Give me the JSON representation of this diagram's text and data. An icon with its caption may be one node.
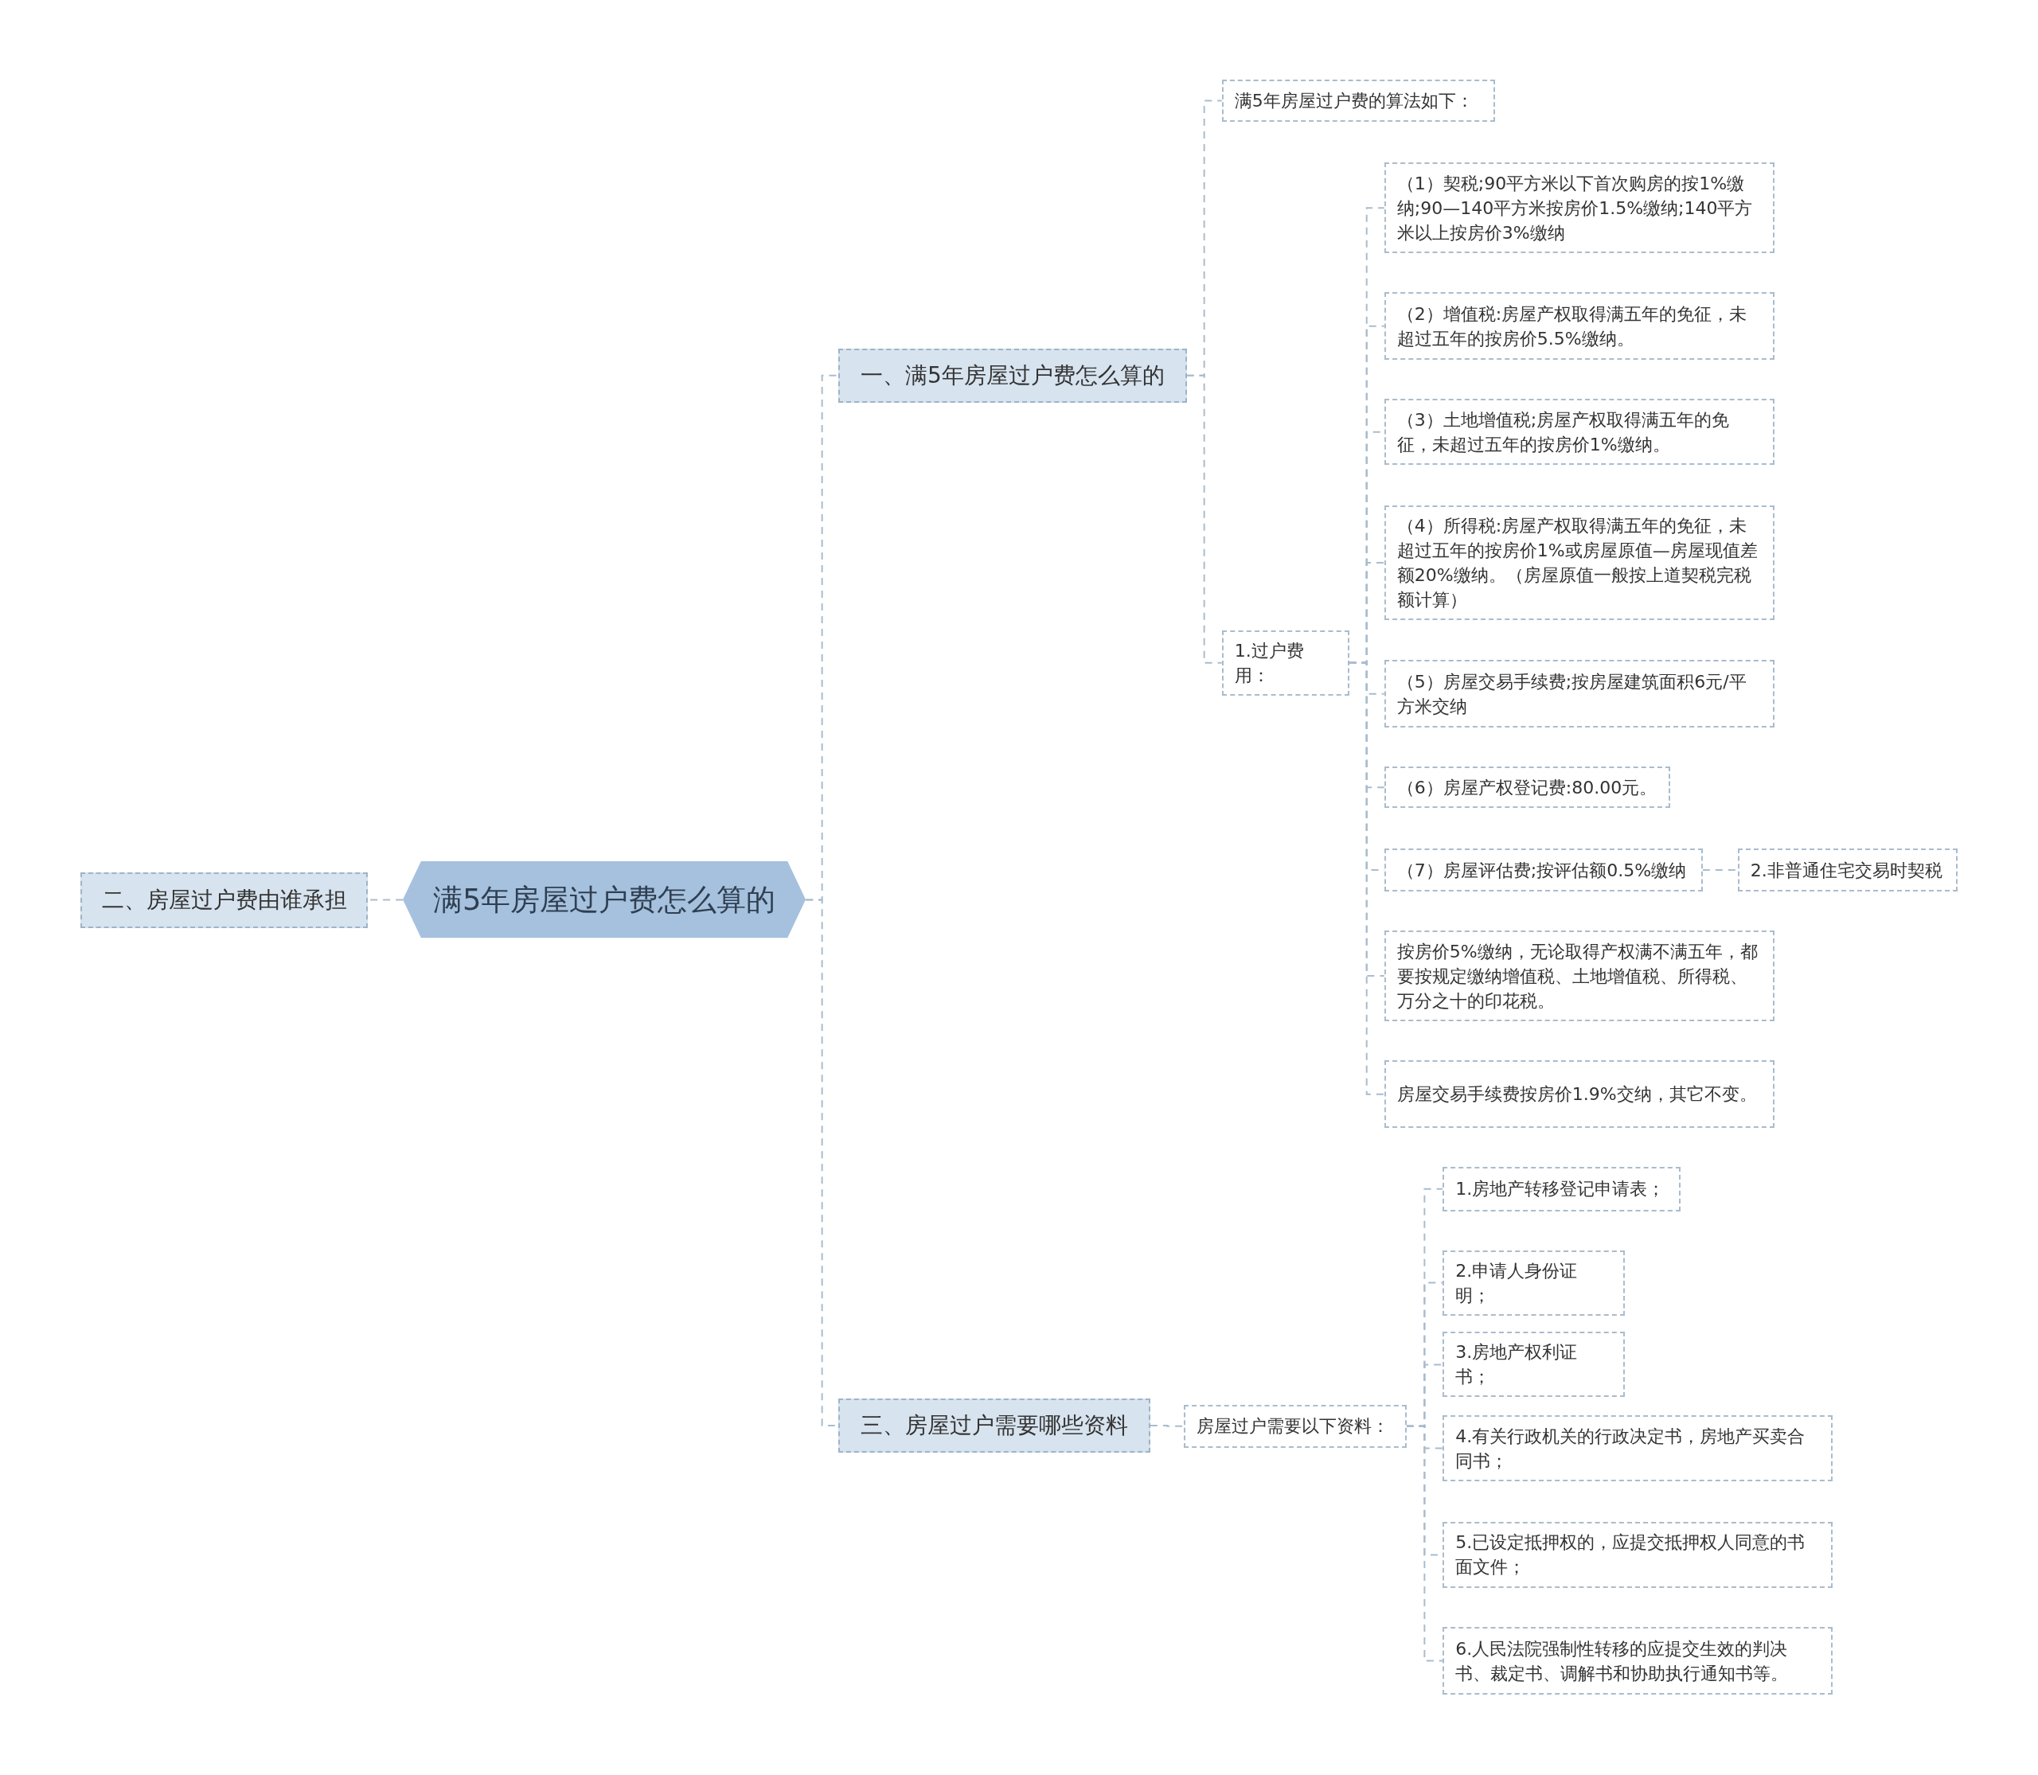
{
  "diagram": {
    "nodes": [
      {
        "text": [
          "满5年房屋过户费怎么算的"
        ]
      },
      {
        "text": [
          "一、满5年房屋过户费怎么算的"
        ]
      },
      {
        "text": [
          "满5年房屋过户费的算法如下："
        ]
      },
      {
        "text": [
          "1.过户费用："
        ]
      },
      {
        "text": [
          "（1）契税;90平方米以下首次购房的按1%缴纳;90—140平方米按房价1.5%缴纳;140平方米以上按房价3%缴纳"
        ]
      },
      {
        "text": [
          "（2）增值税:房屋产权取得满五年的免征，未超过五年的按房价5.5%缴纳。"
        ]
      },
      {
        "text": [
          "（3）土地增值税;房屋产权取得满五年的免征，未超过五年的按房价1%缴纳。"
        ]
      },
      {
        "text": [
          "（4）所得税:房屋产权取得满五年的免征，未超过五年的按房价1%或房屋原值—房屋现值差额20%缴纳。（房屋原值一般按上道契税完税额计算）"
        ]
      },
      {
        "text": [
          "（5）房屋交易手续费;按房屋建筑面积6元/平方米交纳"
        ]
      },
      {
        "text": [
          "（6）房屋产权登记费:80.00元。"
        ]
      },
      {
        "text": [
          "（7）房屋评估费;按评估额0.5%缴纳"
        ]
      },
      {
        "text": [
          "2.非普通住宅交易时契税"
        ]
      },
      {
        "text": [
          "按房价5%缴纳，无论取得产权满不满五年，都要按规定缴纳增值税、土地增值税、所得税、万分之十的印花税。"
        ]
      },
      {
        "text": [
          "房屋交易手续费按房价1.9%交纳，其它不变。"
        ]
      },
      {
        "text": [
          "二、房屋过户费由谁承担"
        ]
      },
      {
        "text": [
          "三、房屋过户需要哪些资料"
        ]
      },
      {
        "text": [
          "房屋过户需要以下资料："
        ]
      },
      {
        "text": [
          "1.房地产转移登记申请表；"
        ]
      },
      {
        "text": [
          "2.申请人身份证明；"
        ]
      },
      {
        "text": [
          "3.房地产权利证书；"
        ]
      },
      {
        "text": [
          "4.有关行政机关的行政决定书，房地产买卖合同书；"
        ]
      },
      {
        "text": [
          "5.已设定抵押权的，应提交抵押权人同意的书面文件；"
        ]
      },
      {
        "text": [
          "6.人民法院强制性转移的应提交生效的判决书、裁定书、调解书和协助执行通知书等。"
        ]
      }
    ],
    "edges": [
      {
        "from": 0,
        "to": 1,
        "arrow": "none"
      },
      {
        "from": 1,
        "to": 2,
        "arrow": "none"
      },
      {
        "from": 1,
        "to": 3,
        "arrow": "none"
      },
      {
        "from": 3,
        "to": 4,
        "arrow": "none"
      },
      {
        "from": 3,
        "to": 5,
        "arrow": "none"
      },
      {
        "from": 3,
        "to": 6,
        "arrow": "none"
      },
      {
        "from": 3,
        "to": 7,
        "arrow": "none"
      },
      {
        "from": 3,
        "to": 8,
        "arrow": "none"
      },
      {
        "from": 3,
        "to": 9,
        "arrow": "none"
      },
      {
        "from": 3,
        "to": 10,
        "arrow": "none"
      },
      {
        "from": 10,
        "to": 11,
        "arrow": "none"
      },
      {
        "from": 3,
        "to": 12,
        "arrow": "none"
      },
      {
        "from": 3,
        "to": 13,
        "arrow": "none"
      },
      {
        "from": 0,
        "to": 14,
        "arrow": "none"
      },
      {
        "from": 0,
        "to": 15,
        "arrow": "none"
      },
      {
        "from": 15,
        "to": 16,
        "arrow": "none"
      },
      {
        "from": 16,
        "to": 17,
        "arrow": "none"
      },
      {
        "from": 16,
        "to": 18,
        "arrow": "none"
      },
      {
        "from": 16,
        "to": 19,
        "arrow": "none"
      },
      {
        "from": 16,
        "to": 20,
        "arrow": "none"
      },
      {
        "from": 16,
        "to": 21,
        "arrow": "none"
      },
      {
        "from": 16,
        "to": 22,
        "arrow": "none"
      }
    ]
  }
}
